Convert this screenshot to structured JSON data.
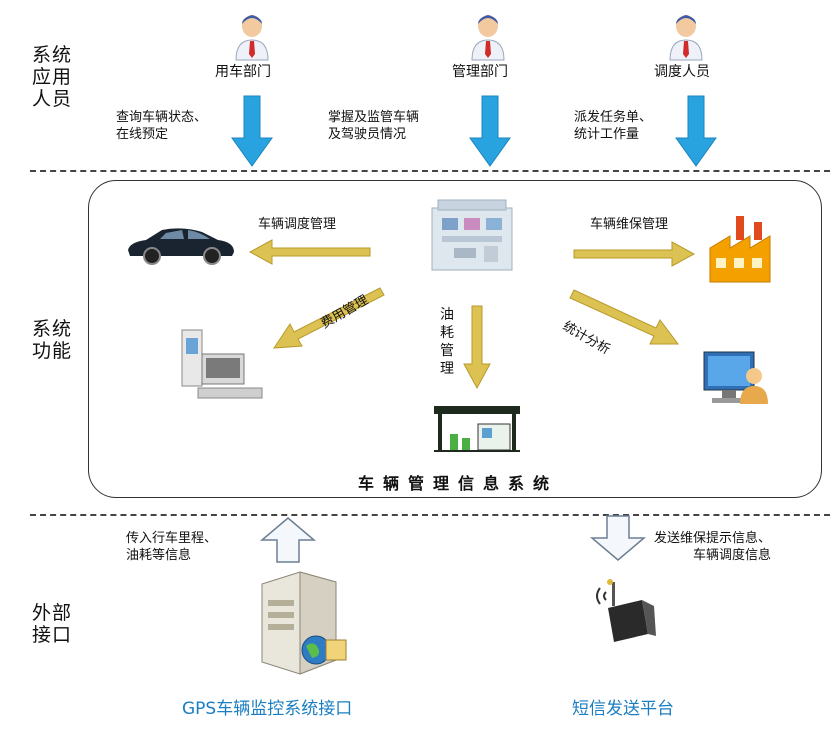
{
  "sections": {
    "users": "系统\n应用\n人员",
    "functions": "系统\n功能",
    "interfaces": "外部\n接口"
  },
  "users": [
    {
      "role": "用车部门",
      "desc": "查询车辆状态、\n在线预定"
    },
    {
      "role": "管理部门",
      "desc": "掌握及监管车辆\n及驾驶员情况"
    },
    {
      "role": "调度人员",
      "desc": "派发任务单、\n统计工作量"
    }
  ],
  "functions": {
    "dispatch": "车辆调度管理",
    "maintenance": "车辆维保管理",
    "cost": "费用管理",
    "fuel": "油\n耗\n管\n理",
    "stats": "统计分析",
    "system_title": "车辆管理信息系统"
  },
  "interfaces": {
    "gps_input": "传入行车里程、\n油耗等信息",
    "sms_output": "发送维保提示信息、\n车辆调度信息",
    "gps_name": "GPS车辆监控系统接口",
    "sms_name": "短信发送平台"
  },
  "icons": {
    "user": "user-icon",
    "car": "car-icon",
    "server": "server-icon",
    "factory": "factory-icon",
    "computer": "computer-icon",
    "monitor_user": "monitor-user-icon",
    "gas_station": "gas-station-icon",
    "gps_server": "gps-server-icon",
    "router": "router-icon"
  },
  "colors": {
    "down_arrow": "#29a3e0",
    "gold_arrow": "#dcc253",
    "link_text": "#1b7ec2",
    "dashed_line": "#444444"
  }
}
